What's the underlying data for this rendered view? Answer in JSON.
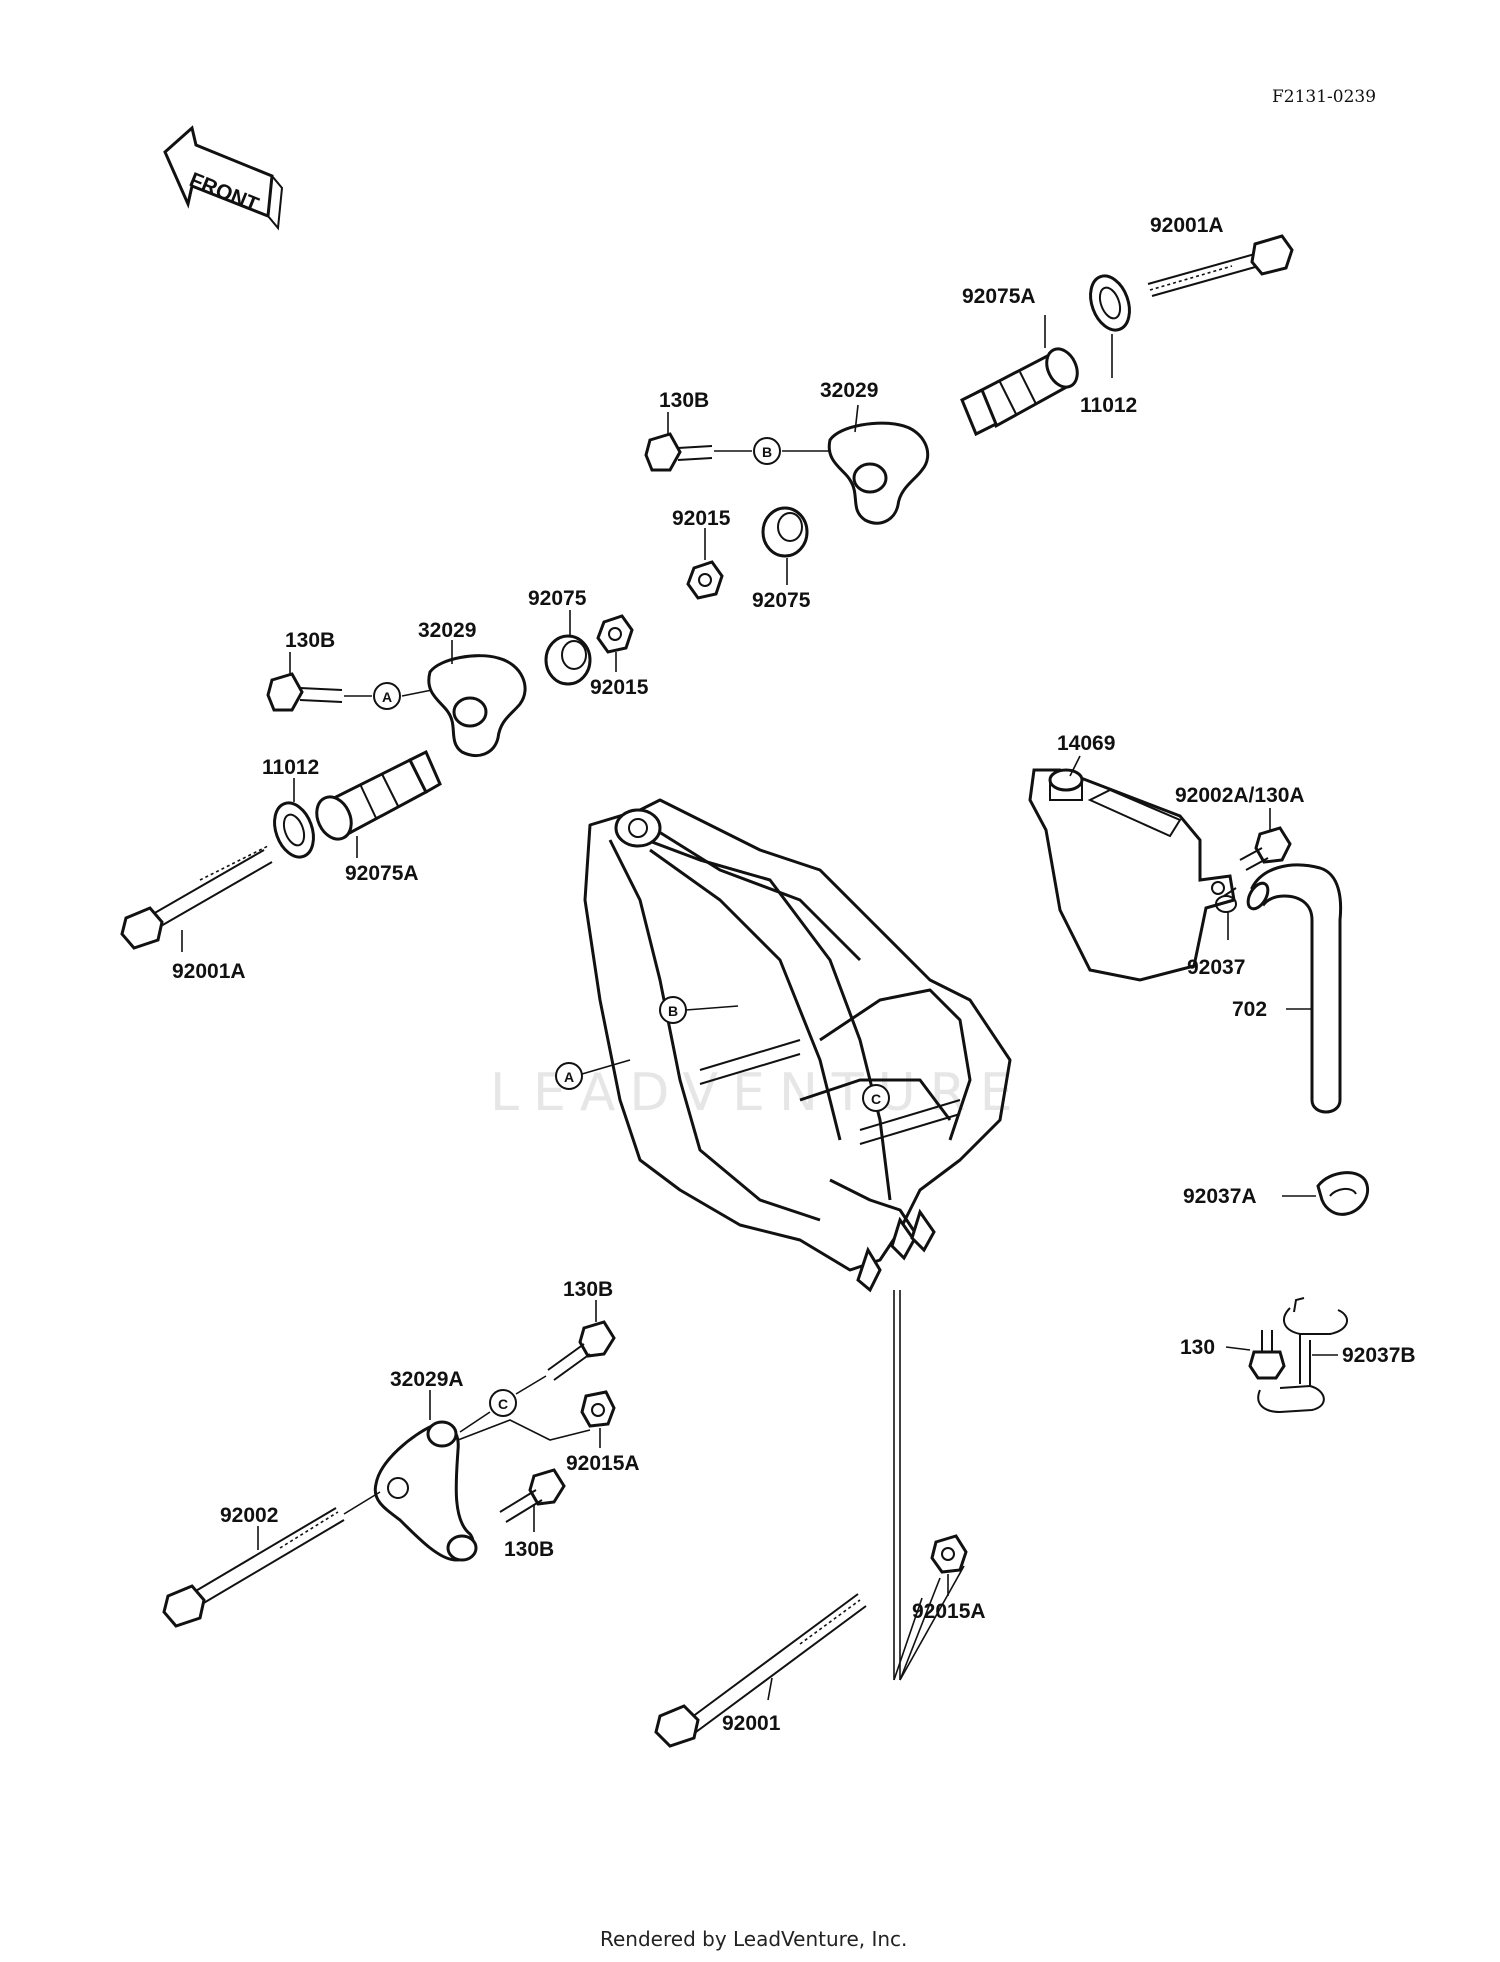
{
  "diagram": {
    "code": "F2131-0239",
    "front_label": "FRONT",
    "watermark": "LEADVENTURE",
    "footer": "Rendered by LeadVenture, Inc.",
    "ref_markers": {
      "a": "A",
      "b": "B",
      "c": "C"
    },
    "parts": {
      "p92001A_top": "92001A",
      "p92075A_top": "92075A",
      "p11012_top": "11012",
      "p32029_top": "32029",
      "p130B_top": "130B",
      "p92015_top": "92015",
      "p92075_top": "92075",
      "p92075_mid": "92075",
      "p92015_mid": "92015",
      "p130B_mid": "130B",
      "p32029_mid": "32029",
      "p11012_left": "11012",
      "p92075A_left": "92075A",
      "p92001A_left": "92001A",
      "p14069": "14069",
      "p92002A_130A": "92002A/130A",
      "p92037": "92037",
      "p702": "702",
      "p92037A": "92037A",
      "p130": "130",
      "p92037B": "92037B",
      "p130B_low1": "130B",
      "p32029A": "32029A",
      "p92015A_low1": "92015A",
      "p92002": "92002",
      "p130B_low2": "130B",
      "p92015A_low2": "92015A",
      "p92001": "92001"
    }
  }
}
